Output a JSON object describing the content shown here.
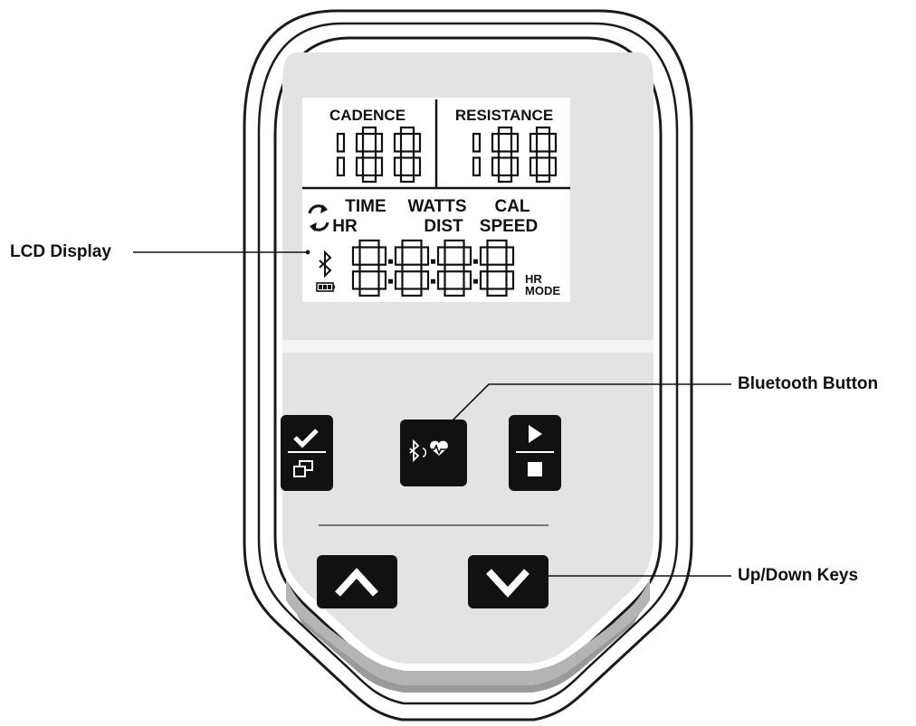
{
  "lcd": {
    "cadence_label": "CADENCE",
    "resistance_label": "RESISTANCE",
    "cadence_digits": "188",
    "resistance_digits": "188",
    "row1": [
      "TIME",
      "WATTS",
      "CAL"
    ],
    "row2": [
      "HR",
      "DIST",
      "SPEED"
    ],
    "main_digits": "8:8:8:8",
    "hr_label": "HR",
    "mode_label": "MODE"
  },
  "callouts": {
    "lcd_display": "LCD Display",
    "bluetooth_button": "Bluetooth Button",
    "up_down_keys": "Up/Down Keys"
  },
  "icons": {
    "refresh": "refresh-icon",
    "bluetooth": "bluetooth-icon",
    "battery": "battery-icon",
    "check": "check-icon",
    "window": "window-icon",
    "bluetooth_heart": "bluetooth-heart-icon",
    "play": "play-icon",
    "stop": "stop-icon",
    "chevron_up": "chevron-up-icon",
    "chevron_down": "chevron-down-icon"
  },
  "colors": {
    "body_outline": "#1a1a1a",
    "face": "#e3e3e3",
    "lcd_background": "#ffffff",
    "button": "#111111"
  }
}
